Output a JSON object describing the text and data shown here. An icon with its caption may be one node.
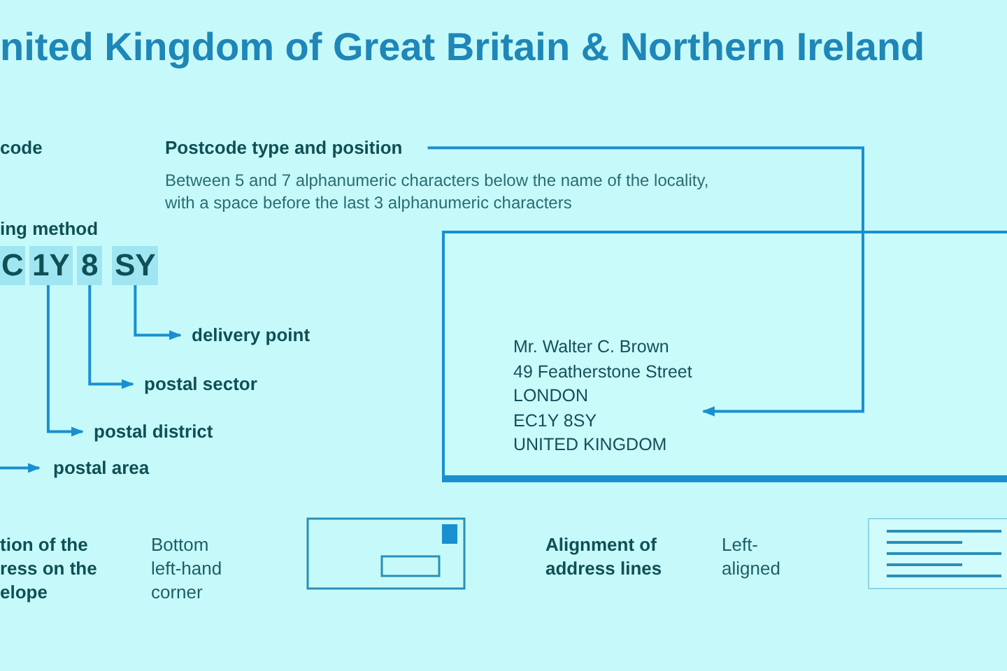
{
  "diagram": {
    "title": "nited Kingdom of Great Britain & Northern Ireland",
    "nodes": [
      {
        "text": [
          "C"
        ]
      },
      {
        "text": [
          "1Y"
        ]
      },
      {
        "text": [
          "8"
        ]
      },
      {
        "text": [
          "SY"
        ]
      },
      {
        "text": [
          "delivery point"
        ]
      },
      {
        "text": [
          "postal sector"
        ]
      },
      {
        "text": [
          "postal district"
        ]
      },
      {
        "text": [
          "postal area"
        ]
      },
      {
        "text": [
          "Postcode type and position"
        ]
      },
      {
        "text": [],
        "shape": "box"
      },
      {
        "text": [
          "Mr. Walter C. Brown",
          "49 Featherstone Street",
          "LONDON",
          "EC1Y 8SY",
          "UNITED KINGDOM"
        ],
        "in": 9
      }
    ],
    "edges": [
      {
        "from": 3,
        "to": 4,
        "arrow": "to"
      },
      {
        "from": 2,
        "to": 5,
        "arrow": "to"
      },
      {
        "from": 1,
        "to": 6,
        "arrow": "to"
      },
      {
        "from": null,
        "to": 7,
        "arrow": "to"
      },
      {
        "from": 8,
        "to": 10,
        "arrow": "to"
      }
    ],
    "labels": [
      "code",
      "ing method",
      "Between 5 and 7 alphanumeric characters below the name of the locality, with a space before the last 3 alphanumeric characters",
      "tion of the ress on the elope",
      "Bottom left-hand corner",
      "Alignment of address lines",
      "Left-aligned"
    ]
  }
}
